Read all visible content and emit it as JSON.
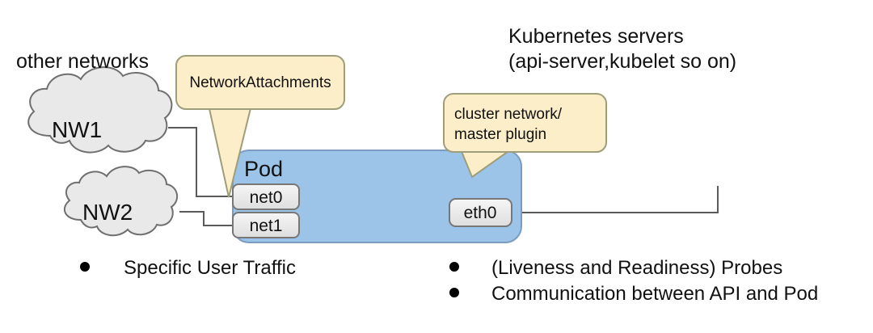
{
  "diagram": {
    "title_left": "other networks",
    "title_right_line1": "Kubernetes servers",
    "title_right_line2": "(api-server,kubelet so on)",
    "clouds": [
      {
        "label": "NW1"
      },
      {
        "label": "NW2"
      }
    ],
    "pod": {
      "label": "Pod",
      "interfaces_left": [
        {
          "label": "net0"
        },
        {
          "label": "net1"
        }
      ],
      "interfaces_right": [
        {
          "label": "eth0"
        }
      ]
    },
    "callouts": [
      {
        "name": "network-attachments",
        "line1": "NetworkAttachments",
        "line2": ""
      },
      {
        "name": "cluster-network",
        "line1": "cluster network/",
        "line2": "master plugin"
      }
    ],
    "bullets_left": [
      "Specific User Traffic"
    ],
    "bullets_right": [
      "(Liveness and Readiness) Probes",
      "Communication between API and Pod"
    ],
    "colors": {
      "pod_fill": "#9cc3e8",
      "pod_stroke": "#7a9cbf",
      "callout_fill": "#fbeec8",
      "callout_stroke": "#9e9e7a",
      "cloud_fill": "#e9e9e9",
      "cloud_stroke": "#6f6f6f",
      "iface_fill": "#eeeeee",
      "iface_stroke": "#777777",
      "line": "#5a5a5a",
      "text": "#111111"
    }
  }
}
